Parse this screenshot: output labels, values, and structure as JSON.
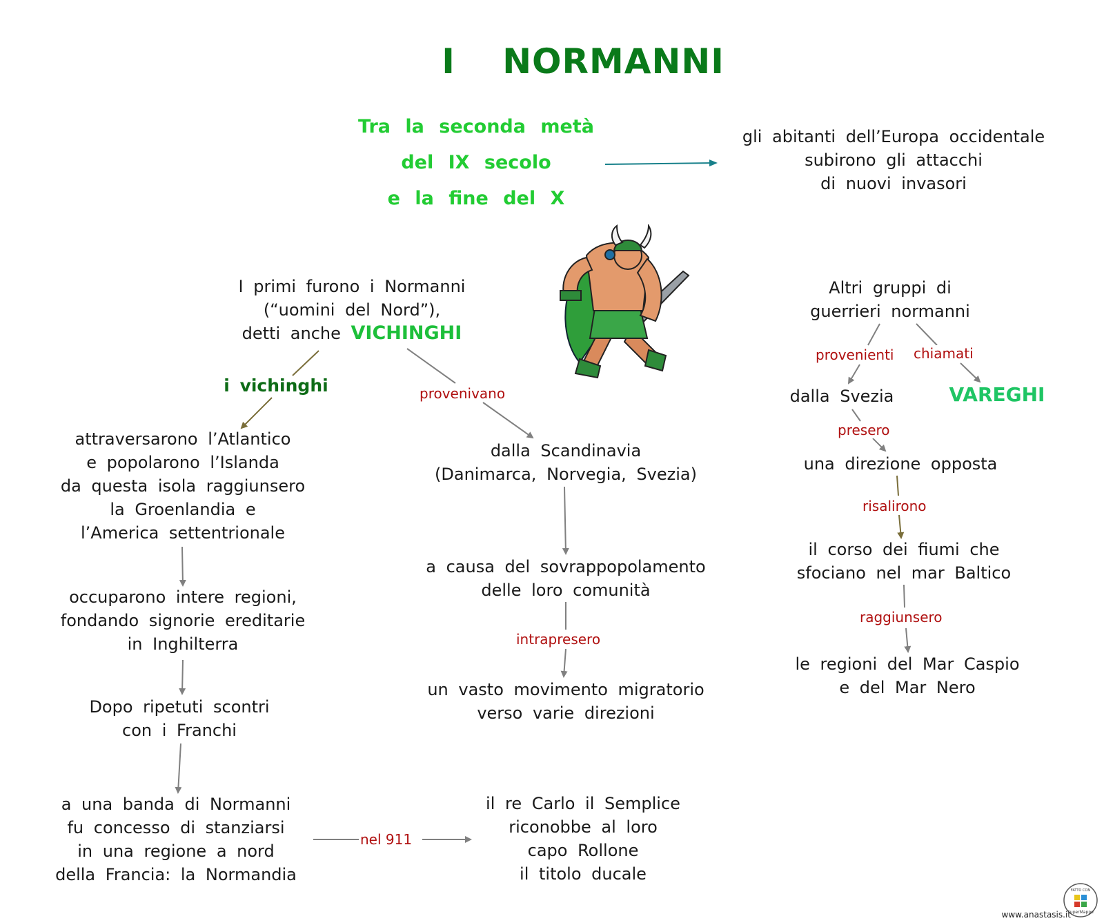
{
  "title": "I   NORMANNI",
  "intro": {
    "lines": [
      "Tra  la  seconda  metà",
      "del  IX  secolo",
      "e  la  fine  del  X"
    ]
  },
  "invaders": {
    "lines": [
      "gli  abitanti  dell’Europa  occidentale",
      "subirono  gli  attacchi",
      "di  nuovi  invasori"
    ]
  },
  "primi": {
    "line1": "I  primi  furono  i  Normanni",
    "line2": "(“uomini  del  Nord”),",
    "line3_prefix": "detti  anche",
    "line3_highlight": "VICHINGHI"
  },
  "vichinghi_label": "i  vichinghi",
  "atlantico": {
    "lines": [
      "attraversarono  l’Atlantico",
      "e  popolarono  l’Islanda",
      "da  questa  isola  raggiunsero",
      "la  Groenlandia  e",
      "l’America  settentrionale"
    ]
  },
  "occuparono": {
    "lines": [
      "occuparono  intere  regioni,",
      "fondando  signorie  ereditarie",
      "in  Inghilterra"
    ]
  },
  "scontri": {
    "lines": [
      "Dopo  ripetuti  scontri",
      "con  i  Franchi"
    ]
  },
  "banda": {
    "lines": [
      "a  una  banda  di  Normanni",
      "fu  concesso  di  stanziarsi",
      "in  una  regione  a  nord",
      "della  Francia:  la  Normandia"
    ]
  },
  "carlo": {
    "lines": [
      "il  re  Carlo  il  Semplice",
      "riconobbe  al  loro",
      "capo  Rollone",
      "il  titolo  ducale"
    ]
  },
  "scandinavia": {
    "lines": [
      "dalla  Scandinavia",
      "(Danimarca,  Norvegia,  Svezia)"
    ]
  },
  "causa": {
    "lines": [
      "a  causa  del  sovrappopolamento",
      "delle  loro  comunità"
    ]
  },
  "movimento": {
    "lines": [
      "un  vasto  movimento  migratorio",
      "verso  varie  direzioni"
    ]
  },
  "altri": {
    "lines": [
      "Altri  gruppi  di",
      "guerrieri  normanni"
    ]
  },
  "svezia": "dalla  Svezia",
  "vareghi": "VAREGHI",
  "direzione": "una  direzione  opposta",
  "fiumi": {
    "lines": [
      "il  corso  dei  fiumi  che",
      "sfociano  nel  mar  Baltico"
    ]
  },
  "caspio": {
    "lines": [
      "le  regioni  del  Mar  Caspio",
      "e  del  Mar  Nero"
    ]
  },
  "links": {
    "provenivano": "provenivano",
    "intrapresero": "intrapresero",
    "nel911": "nel  911",
    "provenienti": "provenienti",
    "chiamati": "chiamati",
    "presero": "presero",
    "risalirono": "risalirono",
    "raggiunsero": "raggiunsero"
  },
  "footer": "www.anastasis.it",
  "badge": "FATTO CON SuperMappe",
  "colors": {
    "title": "#0a7a1a",
    "intro": "#22cc33",
    "highlight": "#1dbf3a",
    "vareghi": "#1fc564",
    "link_label": "#b01010",
    "arrow_gray": "#808080",
    "arrow_olive": "#7a6e3a",
    "arrow_teal": "#17808a"
  },
  "illustration": "viking-warrior-icon"
}
